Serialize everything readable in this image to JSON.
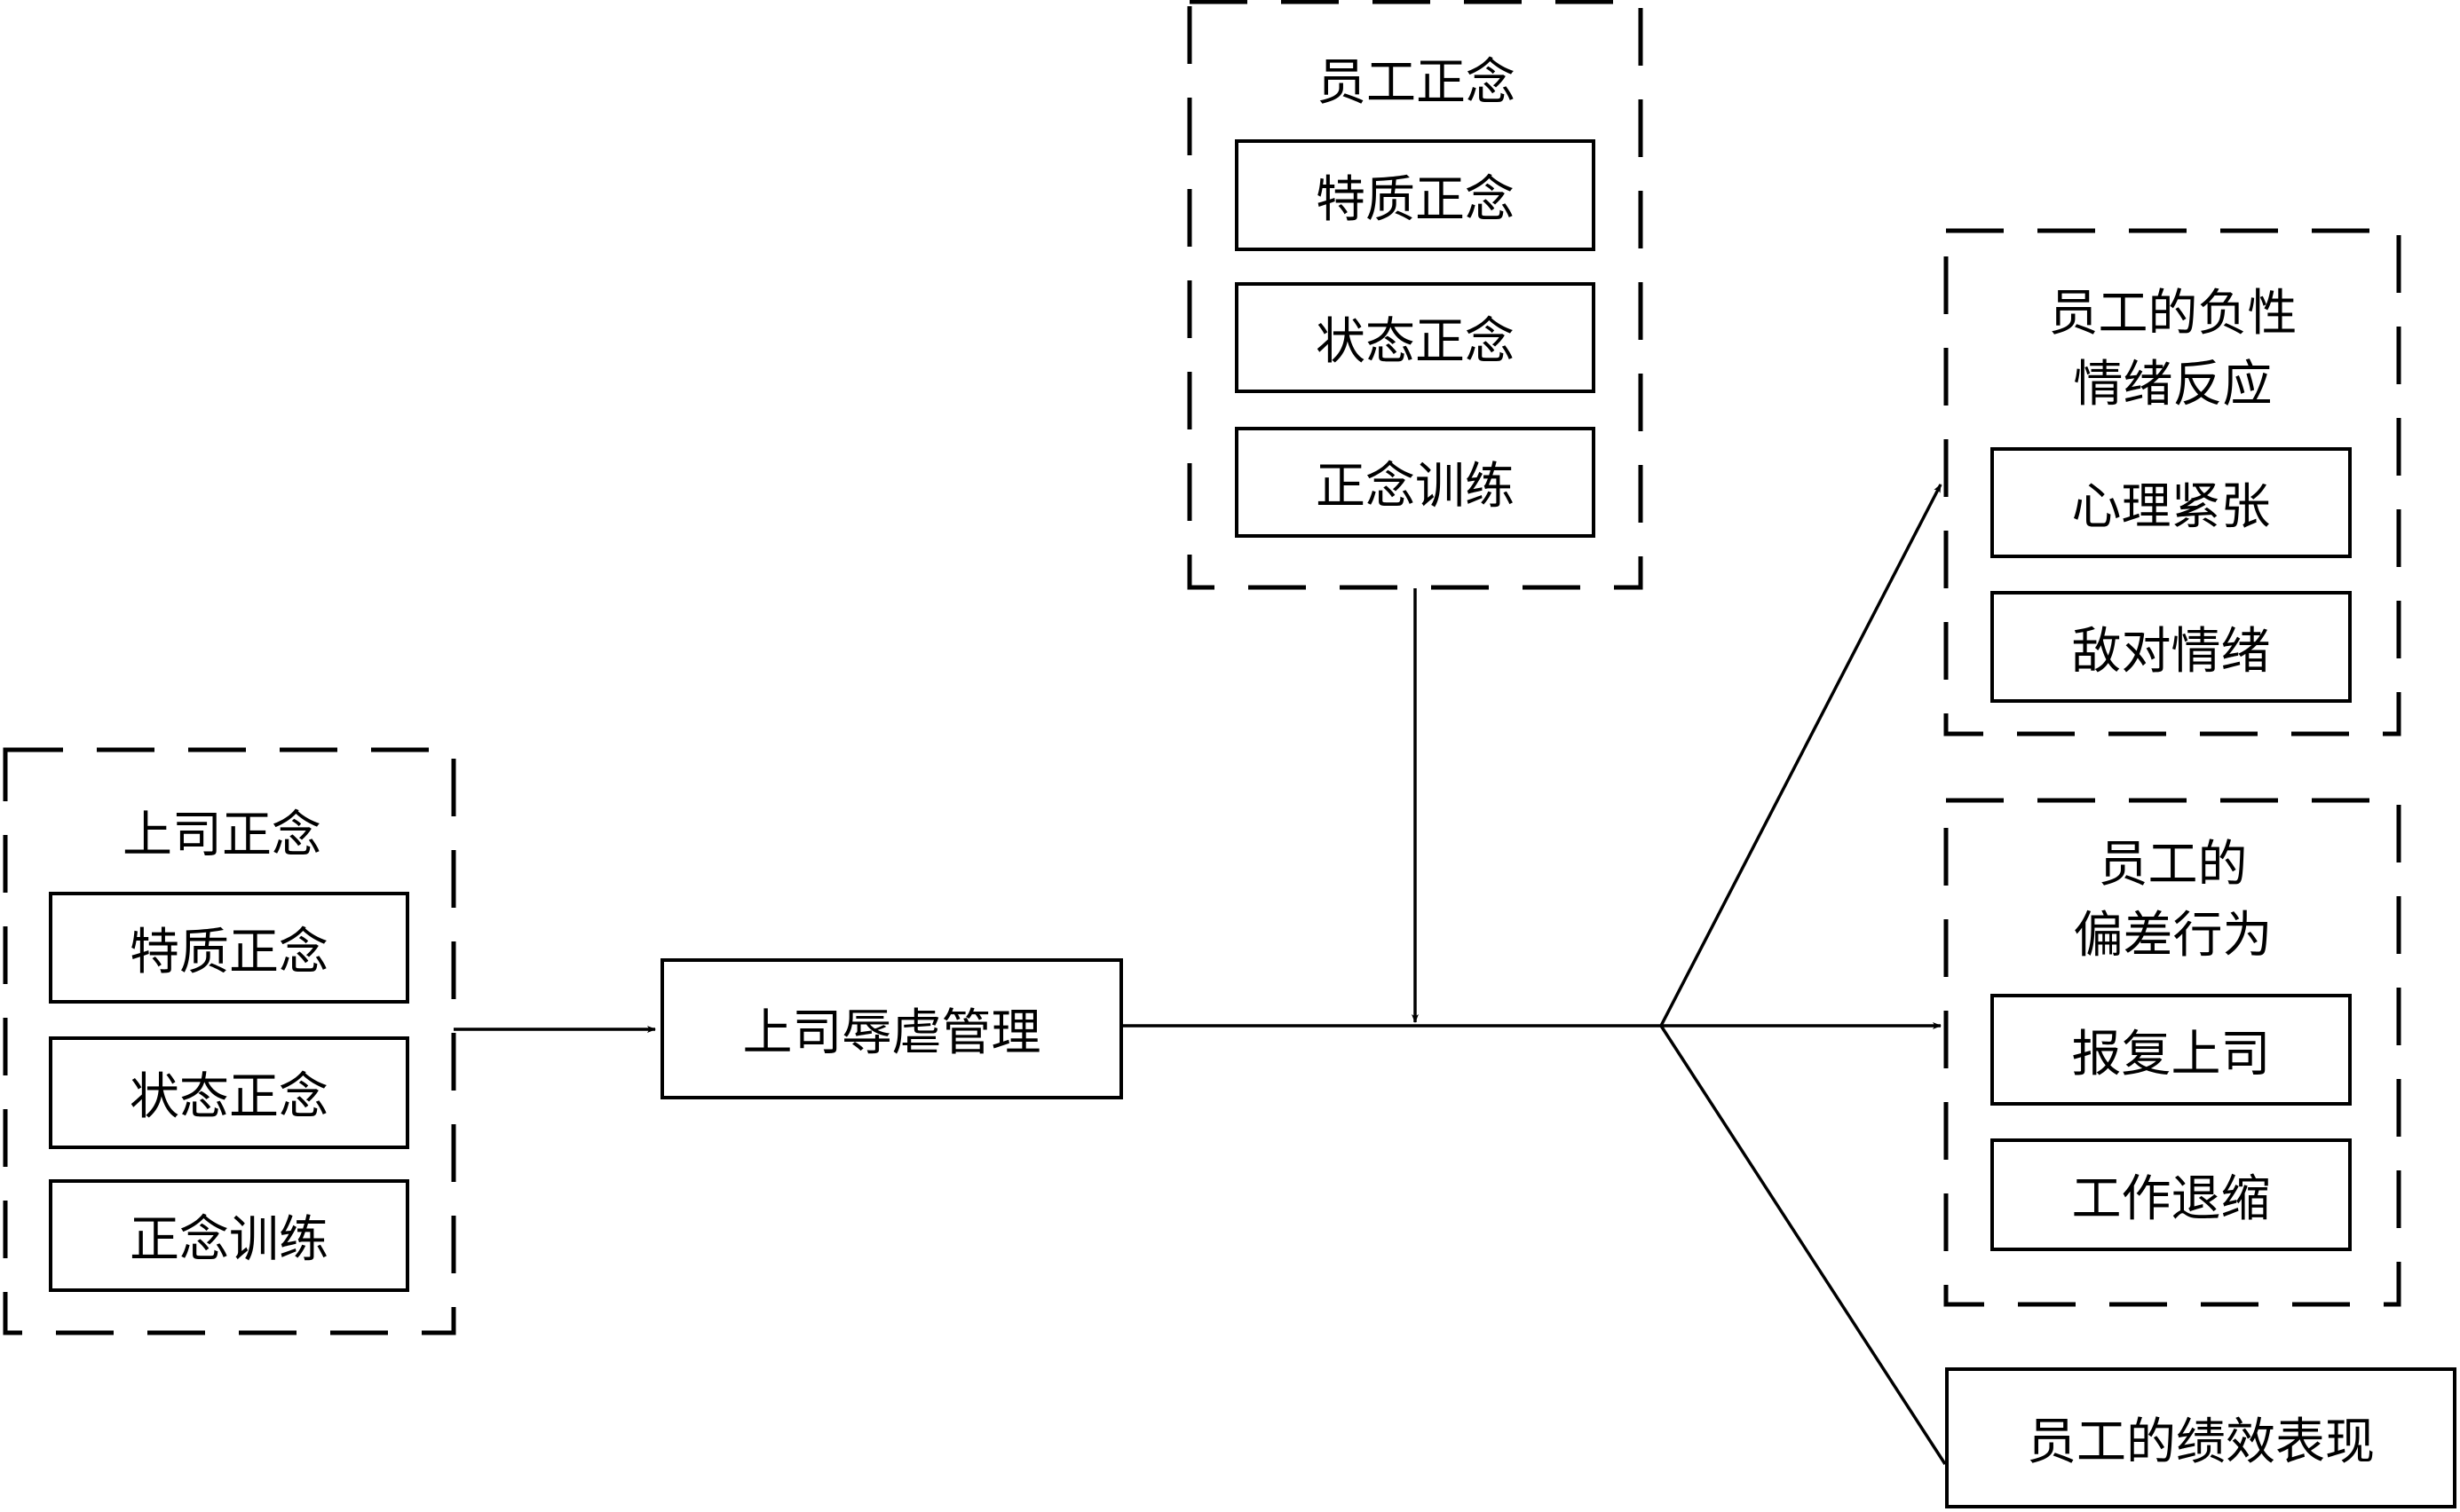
{
  "diagram": {
    "supervisor_mindfulness": {
      "title": "上司正念",
      "items": [
        "特质正念",
        "状态正念",
        "正念训练"
      ]
    },
    "abusive_supervision": {
      "label": "上司辱虐管理"
    },
    "employee_mindfulness": {
      "title": "员工正念",
      "items": [
        "特质正念",
        "状态正念",
        "正念训练"
      ]
    },
    "negative_emotion": {
      "title_line1": "员工的负性",
      "title_line2": "情绪反应",
      "items": [
        "心理紧张",
        "敌对情绪"
      ]
    },
    "deviant_behavior": {
      "title_line1": "员工的",
      "title_line2": "偏差行为",
      "items": [
        "报复上司",
        "工作退缩"
      ]
    },
    "performance": {
      "label": "员工的绩效表现"
    },
    "colors": {
      "stroke": "#000000",
      "background": "#ffffff"
    }
  }
}
